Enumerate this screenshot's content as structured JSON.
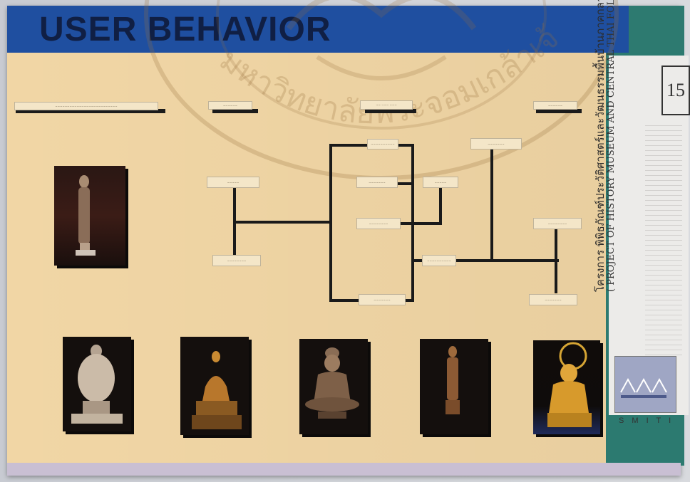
{
  "board": {
    "title": "USER BEHAVIOR"
  },
  "watermark": {
    "text": "มหาวิทยาลัยพระจอมเกล้าเจ้าคุณทหาร"
  },
  "label_card": {
    "thai_title": "โครงการ พิพิธภัณฑ์ประวัติศาสตร์และวัฒนธรรมพื้นบ้านภาคกลาง",
    "english_title": "( PROJECT OF HISTORY MUSEUM AND CENTRAL THAI FOLK CULTURE )",
    "sheet_number": "15",
    "footer": "S M I T I"
  },
  "timeline_headers": [
    {
      "label": "~~~~~~~~~~~~~~~~~~~~~~~~~~"
    },
    {
      "label": "~~~~~~"
    },
    {
      "label": "~~ ~~~ ~~~"
    },
    {
      "label": "~~~~~~"
    }
  ],
  "tree_tags": [
    {
      "label": "~~~~~"
    },
    {
      "label": "~~~~~~~~"
    },
    {
      "label": "~~~~~~~~~~"
    },
    {
      "label": "~~~~~~~"
    },
    {
      "label": "~~~~~"
    },
    {
      "label": "~~~~~~~~"
    },
    {
      "label": "~~~~~~~~~~"
    },
    {
      "label": "~~~~~~~"
    },
    {
      "label": "~~~~~~~"
    },
    {
      "label": "~~~~~~~~"
    },
    {
      "label": "~~~~~~~"
    }
  ],
  "colors": {
    "board": "#f1d6a5",
    "band": "#1f4fa0",
    "teal": "#2c7a70",
    "lines": "#1a1a1a"
  }
}
